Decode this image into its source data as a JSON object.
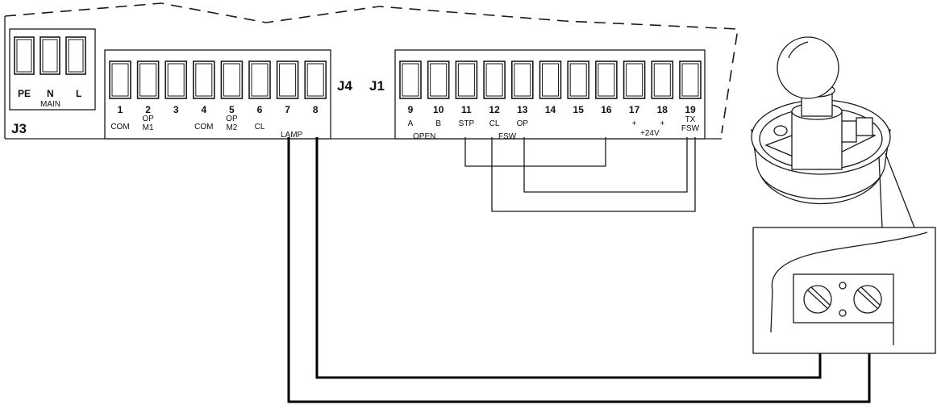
{
  "connectors": {
    "j3": {
      "label": "J3",
      "terminals": [
        "PE",
        "N",
        "L"
      ],
      "group_label": "MAIN"
    },
    "j4": {
      "label": "J4",
      "terminals": [
        {
          "num": "1",
          "label": "COM"
        },
        {
          "num": "2",
          "label": "OP M1"
        },
        {
          "num": "3",
          "label": ""
        },
        {
          "num": "4",
          "label": "COM"
        },
        {
          "num": "5",
          "label": "OP M2"
        },
        {
          "num": "6",
          "label": "CL"
        },
        {
          "num": "7",
          "label": ""
        },
        {
          "num": "8",
          "label": ""
        }
      ],
      "lamp_label": "LAMP"
    },
    "j1": {
      "label": "J1",
      "terminals": [
        {
          "num": "9",
          "label": "A"
        },
        {
          "num": "10",
          "label": "B"
        },
        {
          "num": "11",
          "label": "STP"
        },
        {
          "num": "12",
          "label": "CL"
        },
        {
          "num": "13",
          "label": "OP"
        },
        {
          "num": "14",
          "label": ""
        },
        {
          "num": "15",
          "label": ""
        },
        {
          "num": "16",
          "label": ""
        },
        {
          "num": "17",
          "label": "+"
        },
        {
          "num": "18",
          "label": "+"
        },
        {
          "num": "19",
          "label": "TX FSW"
        }
      ],
      "open_label": "OPEN",
      "fsw_label": "FSW",
      "supply_label": "+24V"
    }
  },
  "device": {
    "name_icon": "flashing-lamp-icon",
    "terminal_block_icon": "two-screw-terminal-icon"
  }
}
